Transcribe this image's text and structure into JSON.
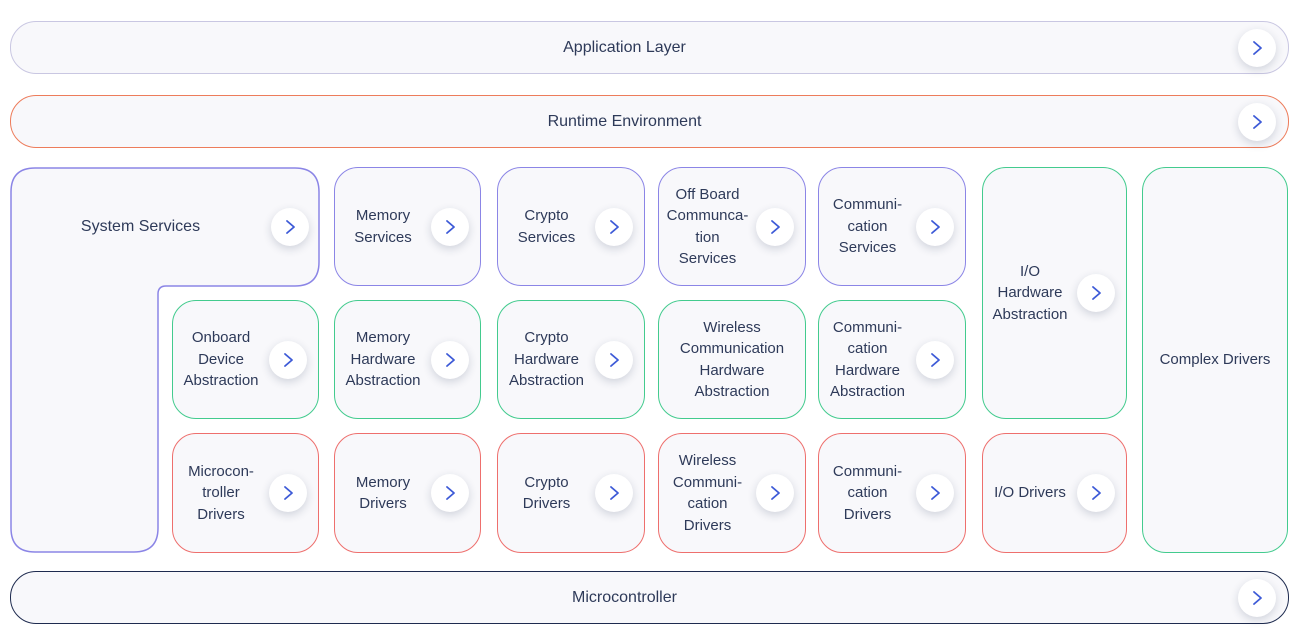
{
  "colors": {
    "card_background": "#f8f8fb",
    "text": "#2e3a59",
    "chevron_blue": "#3d5ad7",
    "application_border": "#c9c7e2",
    "runtime_border": "#ed7c5b",
    "services_border": "#8b85e6",
    "hardware_abstraction_border": "#43cb8e",
    "drivers_border": "#ee6f6d",
    "microcontroller_border": "#1e2b4f"
  },
  "bars": {
    "application_layer": {
      "label": "Application Layer"
    },
    "runtime_environment": {
      "label": "Runtime Environment"
    },
    "microcontroller": {
      "label": "Microcontroller"
    }
  },
  "layers": {
    "services": {
      "system_services": {
        "label": "System Services"
      },
      "memory_services": {
        "label": "Memory\nServices"
      },
      "crypto_services": {
        "label": "Crypto\nServices"
      },
      "offboard_communication_services": {
        "label": "Off Board\nCommunca-\ntion\nServices"
      },
      "communication_services": {
        "label": "Communi-\ncation\nServices"
      }
    },
    "hardware_abstraction": {
      "io_hardware_abstraction": {
        "label": "I/O\nHardware\nAbstraction"
      },
      "onboard_device_abstraction": {
        "label": "Onboard\nDevice\nAbstraction"
      },
      "memory_hardware_abstraction": {
        "label": "Memory\nHardware\nAbstraction"
      },
      "crypto_hardware_abstraction": {
        "label": "Crypto\nHardware\nAbstraction"
      },
      "wireless_communication_hardware_abstraction": {
        "label": "Wireless\nCommunication\nHardware\nAbstraction"
      },
      "communication_hardware_abstraction": {
        "label": "Communi-\ncation\nHardware\nAbstraction"
      }
    },
    "drivers": {
      "complex_drivers": {
        "label": "Complex Drivers"
      },
      "microcontroller_drivers": {
        "label": "Microcon-\ntroller\nDrivers"
      },
      "memory_drivers": {
        "label": "Memory\nDrivers"
      },
      "crypto_drivers": {
        "label": "Crypto\nDrivers"
      },
      "wireless_communication_drivers": {
        "label": "Wireless\nCommuni-\ncation\nDrivers"
      },
      "communication_drivers": {
        "label": "Communi-\ncation\nDrivers"
      },
      "io_drivers": {
        "label": "I/O Drivers"
      }
    }
  }
}
